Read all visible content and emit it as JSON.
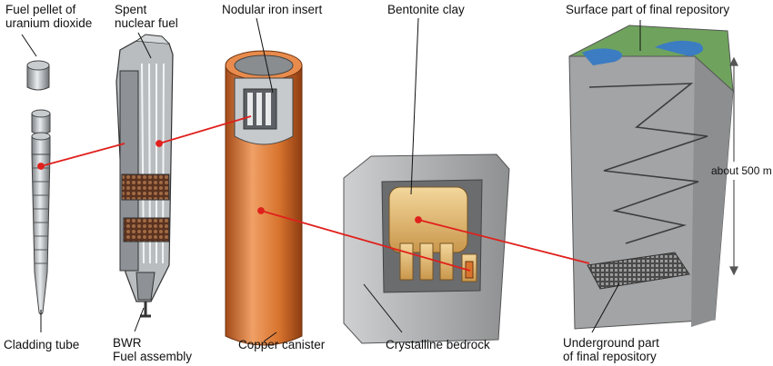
{
  "labels": {
    "fuel_pellet": [
      "Fuel pellet of",
      "uranium dioxide"
    ],
    "spent_fuel": [
      "Spent",
      "nuclear fuel"
    ],
    "iron_insert": "Nodular iron insert",
    "bentonite": "Bentonite clay",
    "surface": "Surface part of final repository",
    "depth": "about 500 m",
    "cladding": "Cladding tube",
    "bwr": [
      "BWR",
      "Fuel assembly"
    ],
    "canister": "Copper canister",
    "bedrock": "Crystalline bedrock",
    "underground": [
      "Underground part",
      "of final repository"
    ]
  },
  "colors": {
    "connector": "#e0201c",
    "copper": "#d8742e",
    "rock": "#a9aaab",
    "clay": "#e9c27c",
    "steel": "#b9bdc0"
  }
}
